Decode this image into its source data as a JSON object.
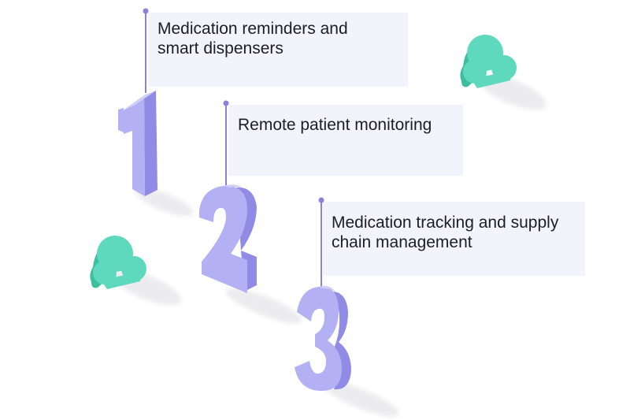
{
  "steps": [
    {
      "number": "1",
      "label_lines": [
        "Medication reminders and",
        "smart dispensers"
      ]
    },
    {
      "number": "2",
      "label_lines": [
        "Remote patient monitoring"
      ]
    },
    {
      "number": "3",
      "label_lines": [
        "Medication tracking and supply",
        "chain management"
      ]
    }
  ],
  "colors": {
    "card": "#f3f3fc",
    "numeral_front": "#b3b0f3",
    "numeral_side": "#908ce6",
    "numeral_top": "#cfcdf9",
    "pin": "#8a82d6",
    "cloud_front": "#5ed9bd",
    "cloud_side": "#3bbf9f",
    "shadow": "#ececf0",
    "text": "#1d1d22"
  },
  "icons": [
    "cloud-icon",
    "cloud-icon",
    "pin-icon",
    "pin-icon",
    "pin-icon"
  ]
}
